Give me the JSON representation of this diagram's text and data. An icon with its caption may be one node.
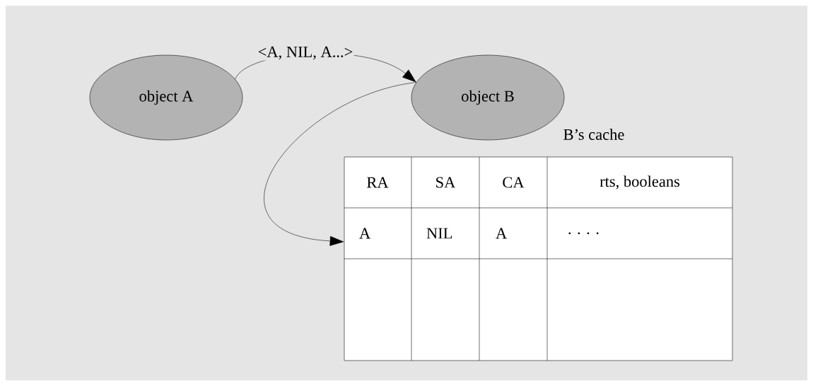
{
  "diagram": {
    "nodes": [
      {
        "text": [
          "object A"
        ]
      },
      {
        "text": [
          "object B"
        ]
      },
      {
        "text": [
          "B’s cache"
        ]
      }
    ],
    "edges": [
      {
        "from": 0,
        "to": 1,
        "arrow": "to",
        "label": "<A, NIL, A...>"
      },
      {
        "from": 1,
        "to": 2,
        "arrow": "to"
      }
    ],
    "labels": [
      "RA",
      "SA",
      "CA",
      "rts, booleans",
      "A",
      "NIL",
      "A",
      ". . . ."
    ]
  }
}
